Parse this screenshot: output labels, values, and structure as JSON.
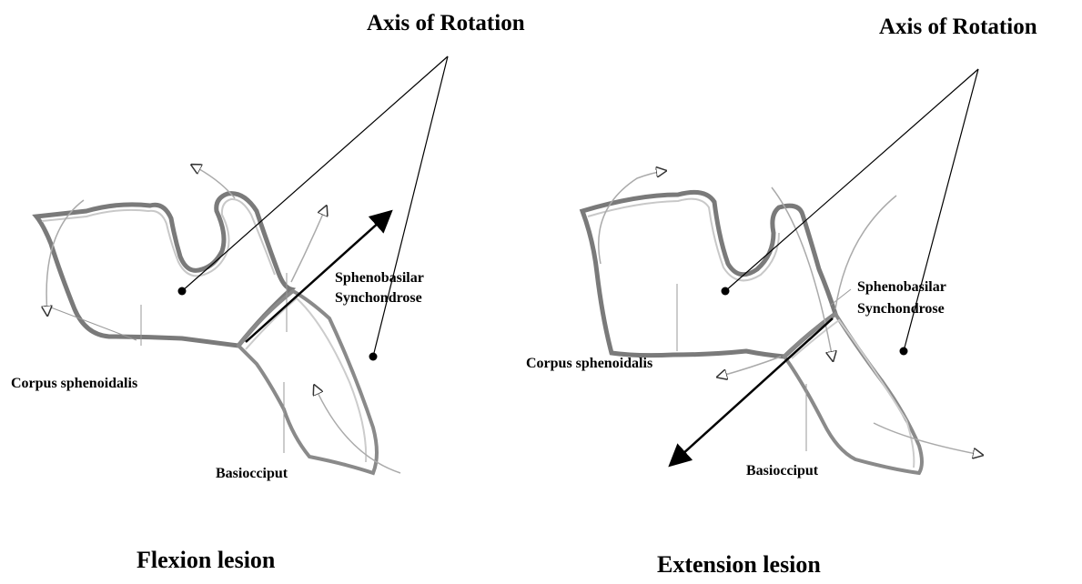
{
  "left_panel": {
    "axis_label": "Axis of Rotation",
    "synchondrose_line1": "Sphenobasilar",
    "synchondrose_line2": "Synchondrose",
    "corpus_label": "Corpus sphenoidalis",
    "basiocciput_label": "Basiocciput",
    "caption": "Flexion lesion"
  },
  "right_panel": {
    "axis_label": "Axis of Rotation",
    "synchondrose_line1": "Sphenobasilar",
    "synchondrose_line2": "Synchondrose",
    "corpus_label": "Corpus sphenoidalis",
    "basiocciput_label": "Basiocciput",
    "caption": "Extension lesion"
  },
  "colors": {
    "outline": "#777777",
    "thin_line": "#999999",
    "arrow": "#000000"
  }
}
